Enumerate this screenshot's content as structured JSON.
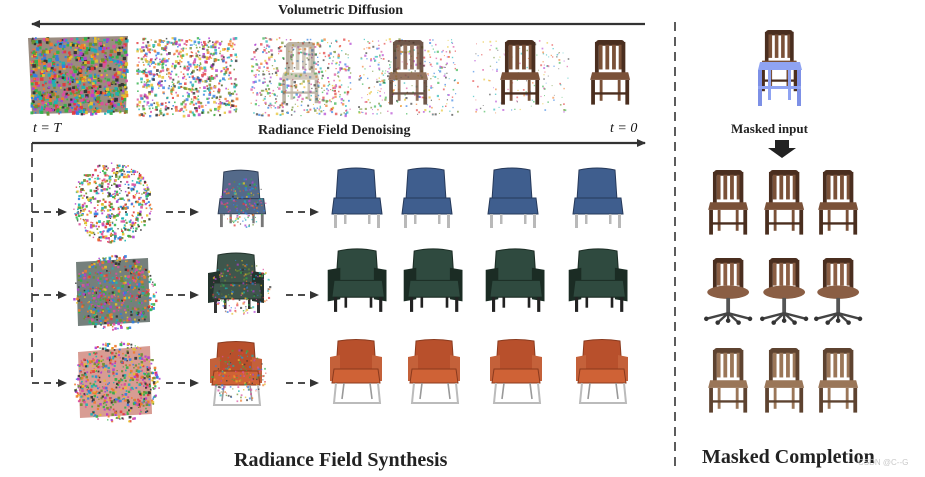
{
  "labels": {
    "top_arrow": "Volumetric Diffusion",
    "mid_arrow": "Radiance Field Denoising",
    "t_start": "t = T",
    "t_end": "t = 0",
    "masked_input": "Masked input",
    "synthesis_title": "Radiance Field Synthesis",
    "completion_title": "Masked Completion",
    "watermark": "CSDN @C--G"
  },
  "colors": {
    "wood": "#7a5138",
    "wood_dark": "#4a2e1f",
    "masked_blue": "#8fa3f2",
    "row1_chair": "#3f5e8e",
    "row2_chair": "#2f4a3f",
    "row3_chair": "#b8502c",
    "arrow": "#333333"
  },
  "diffusion_steps": [
    "noise-cube",
    "noise-dense",
    "noise-faint-chair",
    "noisy-chair",
    "sparse-noisy-chair",
    "clean-chair"
  ],
  "synthesis_rows": [
    "blue-fabric-chair",
    "green-leather-armchair",
    "orange-chair-metal-legs"
  ],
  "completion_rows": [
    "wooden-chair",
    "wooden-swivel-chair",
    "light-wooden-chair"
  ]
}
